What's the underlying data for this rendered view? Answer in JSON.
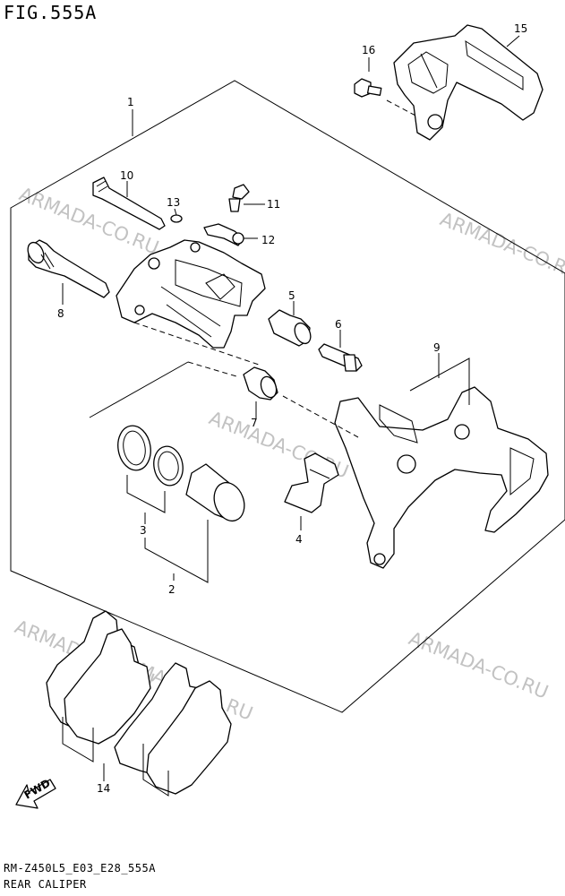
{
  "figure": {
    "title": "FIG.555A",
    "code": "RM-Z450L5_E03_E28_555A",
    "name": "REAR CALIPER"
  },
  "watermarks": [
    "ARMADA-CO.RU",
    "ARMADA-CO.RU",
    "ARMADA-CO.RU",
    "ARMADA-CO.RU",
    "ARMADA-CO.RU",
    "ARMADA-CO.RU"
  ],
  "callouts": {
    "p1": "1",
    "p2": "2",
    "p3": "3",
    "p4": "4",
    "p5": "5",
    "p6": "6",
    "p7": "7",
    "p8": "8",
    "p9": "9",
    "p10": "10",
    "p11": "11",
    "p12": "12",
    "p13": "13",
    "p14": "14",
    "p15": "15",
    "p16": "16"
  },
  "fwd_label": "FWD"
}
